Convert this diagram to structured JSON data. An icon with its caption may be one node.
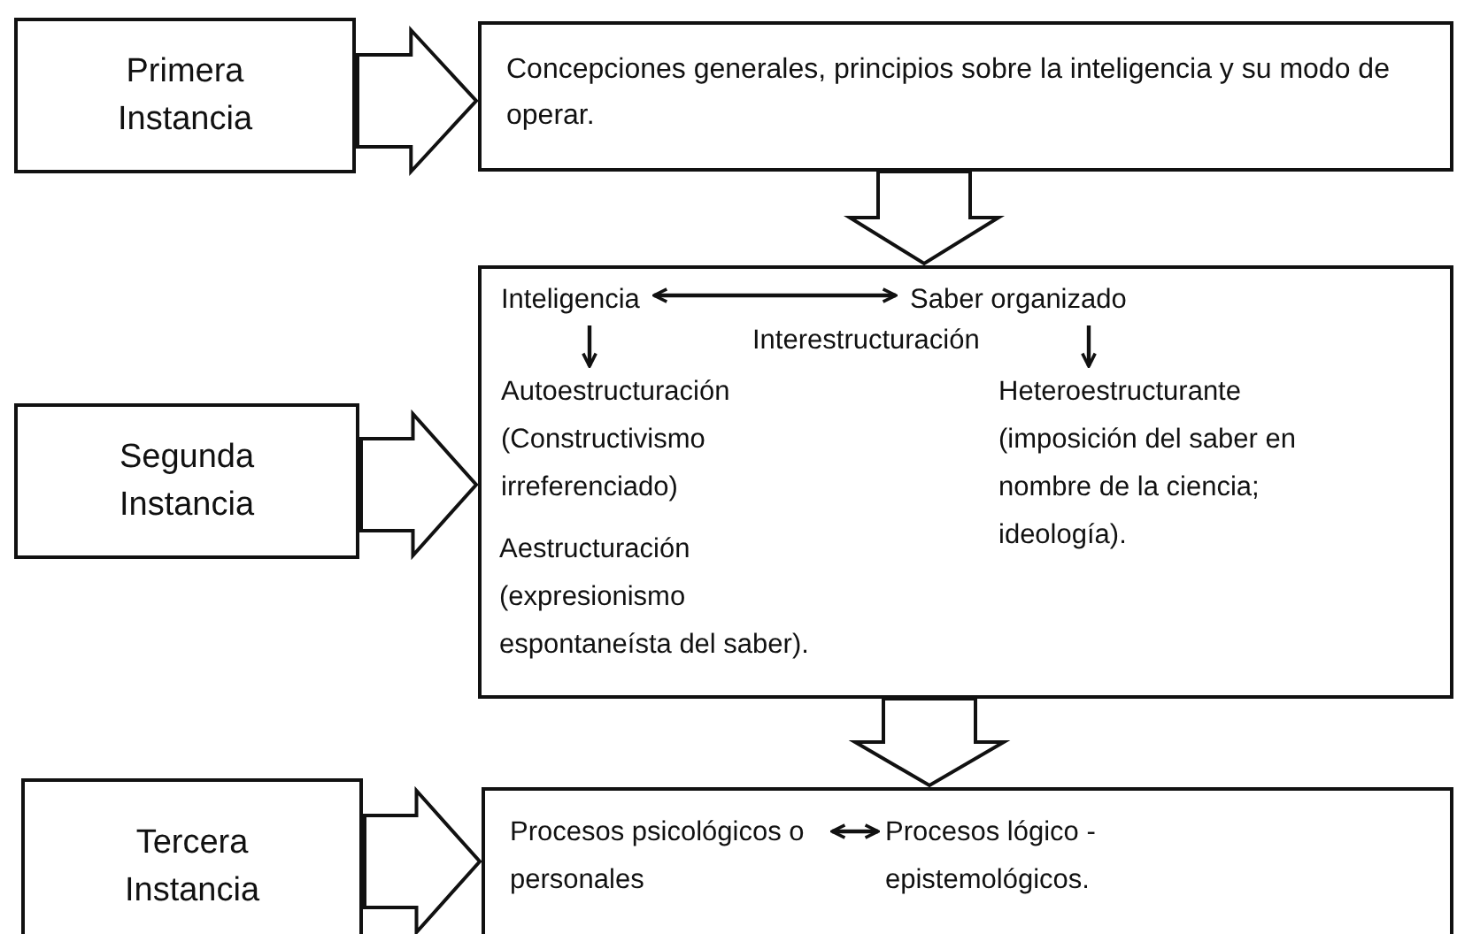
{
  "diagram": {
    "nodes": [
      {
        "text": [
          "Primera Instancia"
        ]
      },
      {
        "text": [
          "Concepciones generales, principios sobre la inteligencia y su modo de operar."
        ]
      },
      {
        "text": [
          "Segunda Instancia"
        ]
      },
      {
        "text": [],
        "shape": "box"
      },
      {
        "text": [
          "Inteligencia"
        ],
        "in": 3
      },
      {
        "text": [
          "Saber organizado"
        ],
        "in": 3
      },
      {
        "text": [
          "Autoestructuración (Constructivismo irreferenciado)"
        ],
        "in": 3
      },
      {
        "text": [
          "Heteroestructurante (imposición del saber en nombre de la ciencia; ideología)."
        ],
        "in": 3
      },
      {
        "text": [
          "Tercera Instancia"
        ]
      },
      {
        "text": [],
        "shape": "box"
      },
      {
        "text": [
          "Procesos psicológicos o personales"
        ],
        "in": 9
      },
      {
        "text": [
          "Procesos lógico - epistemológicos."
        ],
        "in": 9
      }
    ],
    "edges": [
      {
        "from": 0,
        "to": 1,
        "arrow": "to",
        "style": "thick"
      },
      {
        "from": 1,
        "to": 3,
        "arrow": "to",
        "style": "thick"
      },
      {
        "from": 2,
        "to": 3,
        "arrow": "to",
        "style": "thick"
      },
      {
        "from": 4,
        "to": 5,
        "arrow": "both",
        "label": "Interestructuración"
      },
      {
        "from": 4,
        "to": 6,
        "arrow": "to"
      },
      {
        "from": 5,
        "to": 7,
        "arrow": "to"
      },
      {
        "from": 3,
        "to": 9,
        "arrow": "to",
        "style": "thick"
      },
      {
        "from": 8,
        "to": 9,
        "arrow": "to",
        "style": "thick"
      },
      {
        "from": 10,
        "to": 11,
        "arrow": "both"
      }
    ],
    "labels": [
      "Aestructuración (expresionismo espontaneísta del saber)."
    ]
  }
}
